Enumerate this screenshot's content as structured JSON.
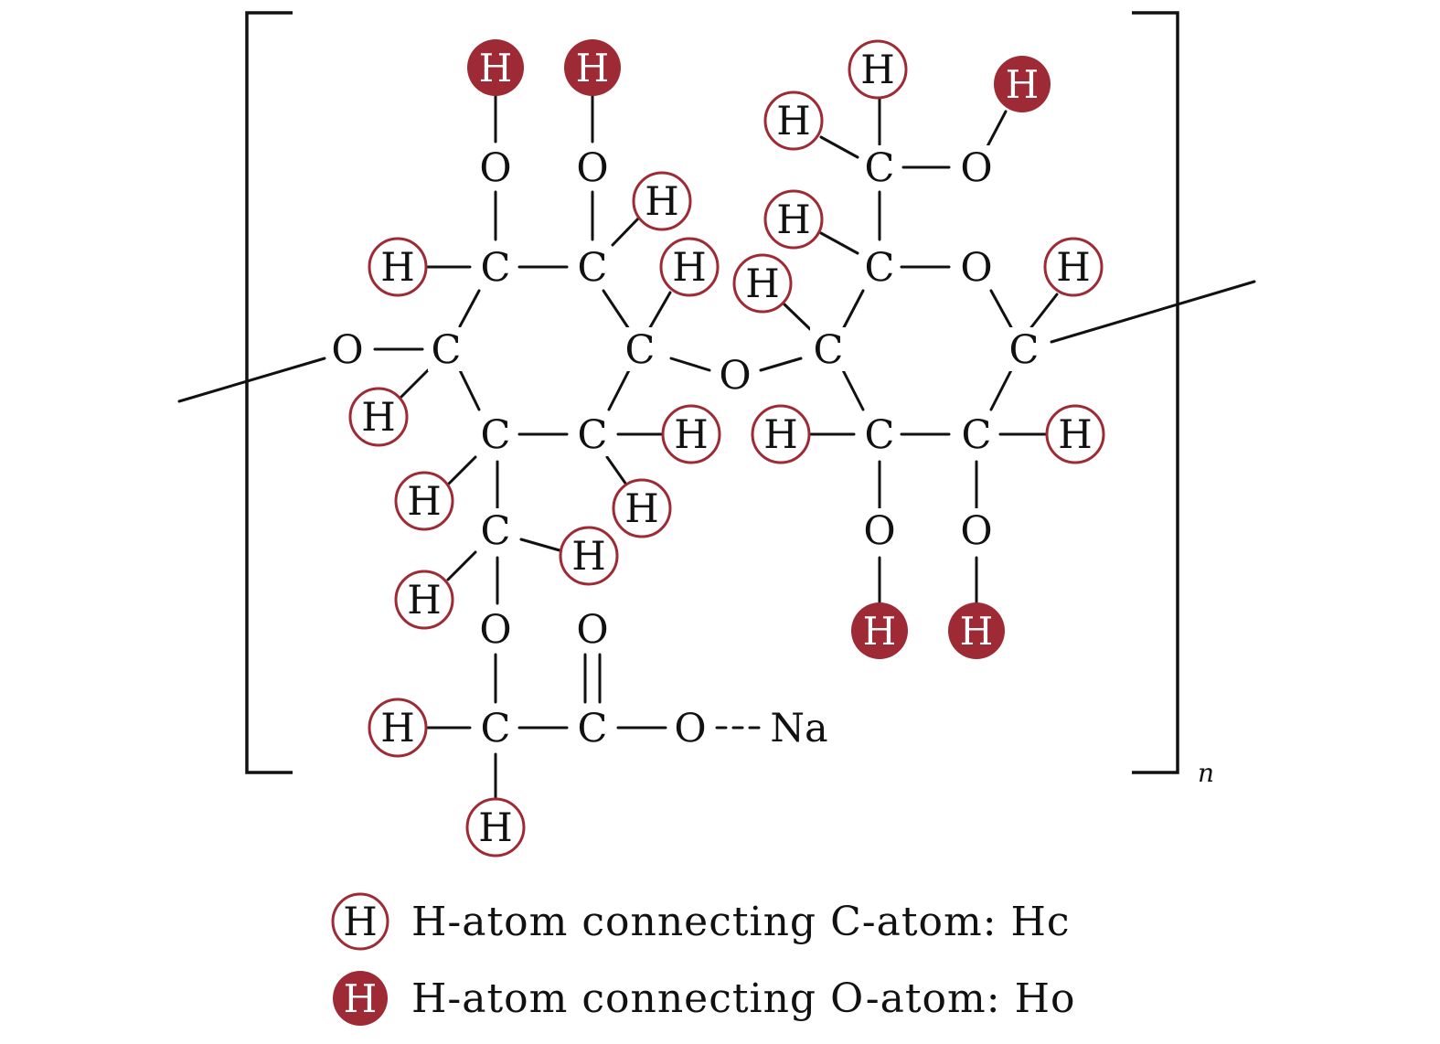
{
  "colors": {
    "ink": "#111111",
    "hydrogen_accent": "#9e2a35",
    "background": "#ffffff"
  },
  "molecule": {
    "repeat_subscript": "n",
    "atoms": [
      {
        "id": "h-o2",
        "label": "H",
        "style": "filled"
      },
      {
        "id": "h-o3",
        "label": "H",
        "style": "filled"
      },
      {
        "id": "o2",
        "label": "O",
        "style": "plain"
      },
      {
        "id": "o3",
        "label": "O",
        "style": "plain"
      },
      {
        "id": "h-c2",
        "label": "H",
        "style": "outline"
      },
      {
        "id": "c2",
        "label": "C",
        "style": "plain"
      },
      {
        "id": "c3",
        "label": "C",
        "style": "plain"
      },
      {
        "id": "h-c3",
        "label": "H",
        "style": "outline"
      },
      {
        "id": "o-link-left",
        "label": "O",
        "style": "plain"
      },
      {
        "id": "c1",
        "label": "C",
        "style": "plain"
      },
      {
        "id": "h-c1",
        "label": "H",
        "style": "outline"
      },
      {
        "id": "c4",
        "label": "C",
        "style": "plain"
      },
      {
        "id": "h-c4",
        "label": "H",
        "style": "outline"
      },
      {
        "id": "c5",
        "label": "C",
        "style": "plain"
      },
      {
        "id": "c6",
        "label": "C",
        "style": "plain"
      },
      {
        "id": "h-c5",
        "label": "H",
        "style": "outline"
      },
      {
        "id": "h-c6-left",
        "label": "H",
        "style": "outline"
      },
      {
        "id": "h-c6-right",
        "label": "H",
        "style": "outline"
      },
      {
        "id": "c6b",
        "label": "C",
        "style": "plain"
      },
      {
        "id": "h-c6b-a",
        "label": "H",
        "style": "outline"
      },
      {
        "id": "h-c6b-b",
        "label": "H",
        "style": "outline"
      },
      {
        "id": "o6",
        "label": "O",
        "style": "plain"
      },
      {
        "id": "o-carbonyl",
        "label": "O",
        "style": "plain"
      },
      {
        "id": "c-ch2",
        "label": "C",
        "style": "plain"
      },
      {
        "id": "c-carboxyl",
        "label": "C",
        "style": "plain"
      },
      {
        "id": "o-carboxyl",
        "label": "O",
        "style": "plain"
      },
      {
        "id": "na",
        "label": "Na",
        "style": "plain"
      },
      {
        "id": "h-ch2-left",
        "label": "H",
        "style": "outline"
      },
      {
        "id": "h-ch2-bottom",
        "label": "H",
        "style": "outline"
      },
      {
        "id": "o-glycosidic",
        "label": "O",
        "style": "plain"
      },
      {
        "id": "c1b",
        "label": "C",
        "style": "plain"
      },
      {
        "id": "h-c1b",
        "label": "H",
        "style": "outline"
      },
      {
        "id": "c5b",
        "label": "C",
        "style": "plain"
      },
      {
        "id": "h-c5b",
        "label": "H",
        "style": "outline"
      },
      {
        "id": "o-ring",
        "label": "O",
        "style": "plain"
      },
      {
        "id": "c4b",
        "label": "C",
        "style": "plain"
      },
      {
        "id": "h-c4b",
        "label": "H",
        "style": "outline"
      },
      {
        "id": "c2b",
        "label": "C",
        "style": "plain"
      },
      {
        "id": "h-c2b",
        "label": "H",
        "style": "outline"
      },
      {
        "id": "c3b",
        "label": "C",
        "style": "plain"
      },
      {
        "id": "h-c3b",
        "label": "H",
        "style": "outline"
      },
      {
        "id": "o2b",
        "label": "O",
        "style": "plain"
      },
      {
        "id": "o3b",
        "label": "O",
        "style": "plain"
      },
      {
        "id": "h-o2b",
        "label": "H",
        "style": "filled"
      },
      {
        "id": "h-o3b",
        "label": "H",
        "style": "filled"
      },
      {
        "id": "c6c",
        "label": "C",
        "style": "plain"
      },
      {
        "id": "h-c6c-top",
        "label": "H",
        "style": "outline"
      },
      {
        "id": "h-c6c-left",
        "label": "H",
        "style": "outline"
      },
      {
        "id": "o6b",
        "label": "O",
        "style": "plain"
      },
      {
        "id": "h-o6b",
        "label": "H",
        "style": "filled"
      }
    ]
  },
  "legend": [
    {
      "symbol": "H",
      "style": "outline",
      "text": "H-atom connecting C-atom: Hc"
    },
    {
      "symbol": "H",
      "style": "filled",
      "text": "H-atom connecting O-atom: Ho"
    }
  ]
}
